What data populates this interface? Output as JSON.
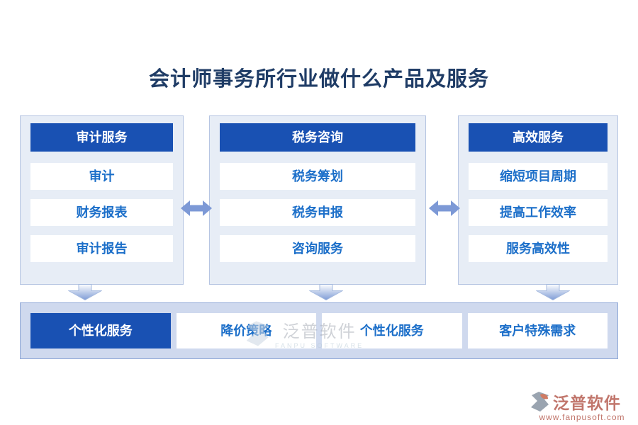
{
  "title": "会计师事务所行业做什么产品及服务",
  "columns": [
    {
      "header": "审计服务",
      "items": [
        "审计",
        "财务报表",
        "审计报告"
      ]
    },
    {
      "header": "税务咨询",
      "items": [
        "税务筹划",
        "税务申报",
        "咨询服务"
      ]
    },
    {
      "header": "高效服务",
      "items": [
        "缩短项目周期",
        "提高工作效率",
        "服务高效性"
      ]
    }
  ],
  "bottom": {
    "cells": [
      {
        "label": "个性化服务",
        "highlighted": true
      },
      {
        "label": "降价策略",
        "highlighted": false
      },
      {
        "label": "个性化服务",
        "highlighted": false
      },
      {
        "label": "客户特殊需求",
        "highlighted": false
      }
    ]
  },
  "watermark": {
    "text": "泛普软件",
    "subtext": "FANPU SOFTWARE"
  },
  "brand": {
    "name": "泛普软件",
    "url": "www.fanpusoft.com"
  },
  "icons": {
    "horizontal_arrow": "left-right-arrow",
    "down_arrow": "down-arrow"
  },
  "colors": {
    "header_bg": "#1951b3",
    "item_text": "#1c6fc9",
    "panel_bg": "#e7edf6",
    "panel_border": "#b6c5e2",
    "strip_bg": "#cfd9ee",
    "strip_border": "#8ea7d6",
    "arrow": "#7d99d6",
    "title": "#1f3c66",
    "brand": "#c1766c"
  }
}
